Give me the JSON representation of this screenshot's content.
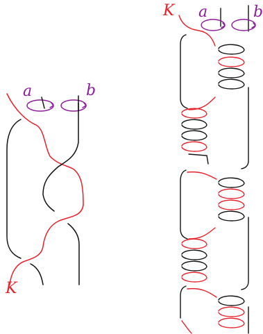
{
  "colors": {
    "knot": "#e8202a",
    "strand": "#111111",
    "meridian": "#8e1b9c",
    "background": "#ffffff"
  },
  "left_figure": {
    "knot_label": "K",
    "meridian_a_label": "a",
    "meridian_b_label": "b"
  },
  "right_figure": {
    "knot_label": "K",
    "meridian_a_label": "a",
    "meridian_b_label": "b"
  }
}
